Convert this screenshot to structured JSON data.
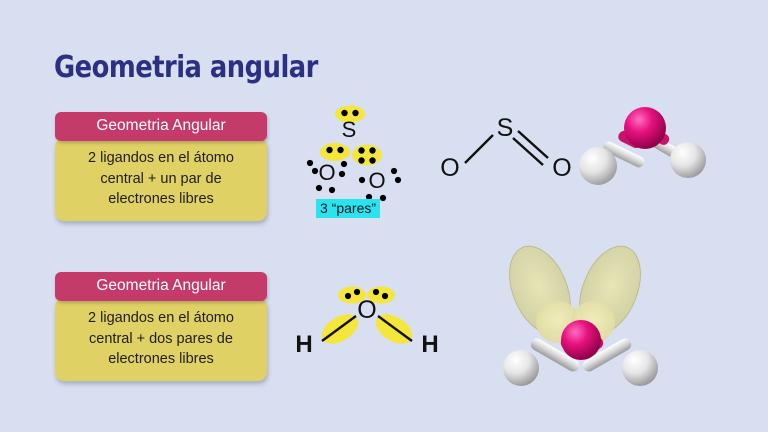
{
  "slide": {
    "title": "Geometria angular",
    "background_color": "#d8dff0",
    "title_color": "#2b3180"
  },
  "cards": [
    {
      "header": "Geometria Angular",
      "body": "2 ligandos en el átomo central + un par de electrones libres",
      "header_color": "#c43a68",
      "body_color": "#e0d165"
    },
    {
      "header": "Geometria Angular",
      "body": "2 ligandos en el átomo central + dos pares de electrones libres",
      "header_color": "#c43a68",
      "body_color": "#e0d165"
    }
  ],
  "diagrams": {
    "so2_lewis": {
      "center_atom": "S",
      "left_atom": "O",
      "right_atom": "O",
      "highlight_color": "#f5e63c",
      "dot_color": "#000000",
      "caption": "3 “pares”",
      "caption_highlight": "#29e3ef"
    },
    "so2_line": {
      "left_atom": "O",
      "center_atom": "S",
      "right_atom": "O",
      "left_bond": "single",
      "right_bond": "double",
      "line_color": "#121212"
    },
    "water_3d": {
      "central_atom_color": "#e00a7d",
      "ligand_atom_color": "#f2f2f2",
      "ligand_count": 2
    },
    "water_lewis": {
      "center_atom": "O",
      "left_atom": "H",
      "right_atom": "H",
      "highlight_color": "#f5e63c",
      "lone_pairs": 2,
      "bonding_pairs": 2
    },
    "water_orbitals": {
      "central_atom_color": "#e00a7d",
      "ligand_atom_color": "#f2f2f2",
      "lobe_color": "#d9d79a",
      "lobe_count": 2
    }
  }
}
